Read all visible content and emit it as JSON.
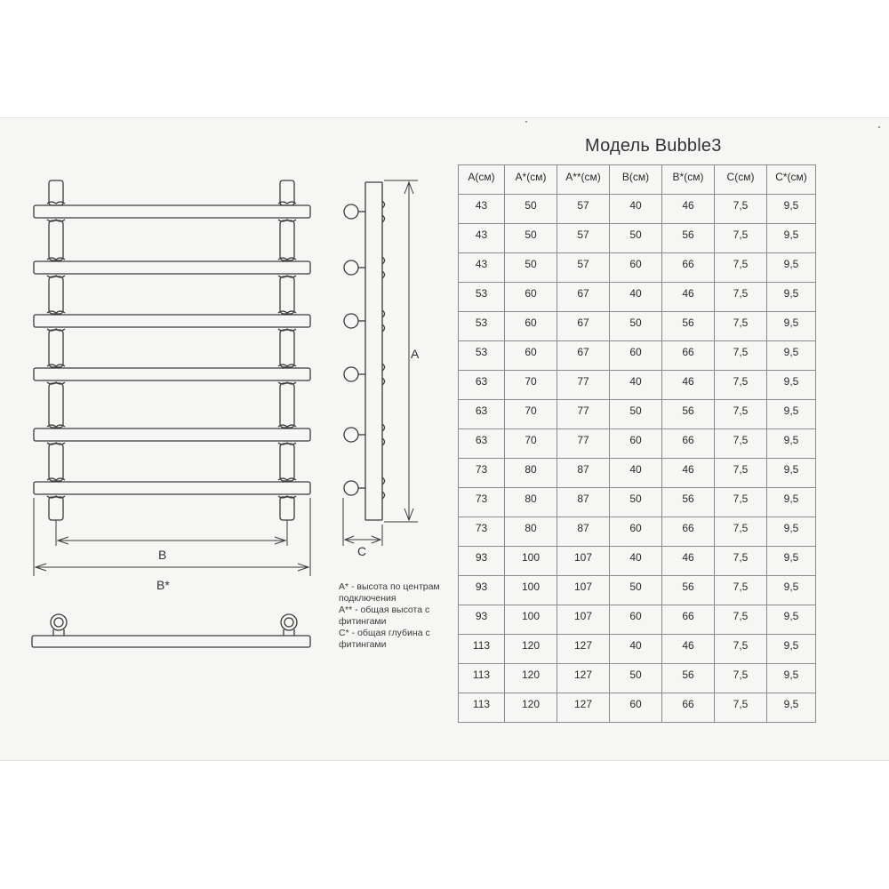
{
  "title": "Модель Bubble3",
  "table": {
    "headers": [
      "A(см)",
      "A*(см)",
      "A**(см)",
      "B(см)",
      "B*(см)",
      "C(см)",
      "C*(см)"
    ],
    "rows": [
      [
        "43",
        "50",
        "57",
        "40",
        "46",
        "7,5",
        "9,5"
      ],
      [
        "43",
        "50",
        "57",
        "50",
        "56",
        "7,5",
        "9,5"
      ],
      [
        "43",
        "50",
        "57",
        "60",
        "66",
        "7,5",
        "9,5"
      ],
      [
        "53",
        "60",
        "67",
        "40",
        "46",
        "7,5",
        "9,5"
      ],
      [
        "53",
        "60",
        "67",
        "50",
        "56",
        "7,5",
        "9,5"
      ],
      [
        "53",
        "60",
        "67",
        "60",
        "66",
        "7,5",
        "9,5"
      ],
      [
        "63",
        "70",
        "77",
        "40",
        "46",
        "7,5",
        "9,5"
      ],
      [
        "63",
        "70",
        "77",
        "50",
        "56",
        "7,5",
        "9,5"
      ],
      [
        "63",
        "70",
        "77",
        "60",
        "66",
        "7,5",
        "9,5"
      ],
      [
        "73",
        "80",
        "87",
        "40",
        "46",
        "7,5",
        "9,5"
      ],
      [
        "73",
        "80",
        "87",
        "50",
        "56",
        "7,5",
        "9,5"
      ],
      [
        "73",
        "80",
        "87",
        "60",
        "66",
        "7,5",
        "9,5"
      ],
      [
        "93",
        "100",
        "107",
        "40",
        "46",
        "7,5",
        "9,5"
      ],
      [
        "93",
        "100",
        "107",
        "50",
        "56",
        "7,5",
        "9,5"
      ],
      [
        "93",
        "100",
        "107",
        "60",
        "66",
        "7,5",
        "9,5"
      ],
      [
        "113",
        "120",
        "127",
        "40",
        "46",
        "7,5",
        "9,5"
      ],
      [
        "113",
        "120",
        "127",
        "50",
        "56",
        "7,5",
        "9,5"
      ],
      [
        "113",
        "120",
        "127",
        "60",
        "66",
        "7,5",
        "9,5"
      ]
    ]
  },
  "dimensions": {
    "a": "A",
    "b": "B",
    "b_star": "B*",
    "c": "C"
  },
  "legend": [
    "A* - высота по центрам подключения",
    "A** - общая высота с фитингами",
    "C* - общая глубина с фитингами"
  ]
}
